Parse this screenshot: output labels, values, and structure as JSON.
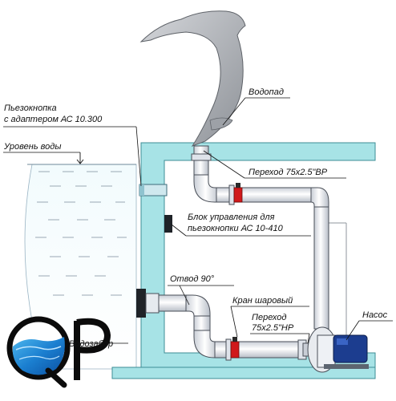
{
  "labels": {
    "waterfall": "Водопад",
    "piezo_button_line1": "Пьезокнопка",
    "piezo_button_line2": "с адаптером АС 10.300",
    "water_level": "Уровень воды",
    "adapter_top": "Переход 75х2.5\"ВР",
    "control_unit_line1": "Блок управления для",
    "control_unit_line2": "пьезокнопки АС 10-410",
    "elbow": "Отвод 90°",
    "ball_valve": "Кран шаровый",
    "adapter_bottom_line1": "Переход",
    "adapter_bottom_line2": "75х2.5\"НР",
    "pump": "Насос",
    "intake": "Водозабор"
  },
  "logo": {
    "letters": "QP"
  },
  "colors": {
    "wall": "#a7e3e6",
    "wall_stroke": "#3c8e95",
    "pipe": "#eef2f6",
    "pipe_stroke": "#4a4f58",
    "valve_red": "#d0191b",
    "pump_blue": "#1c3d8f",
    "sculpture": "#b9bcc2"
  }
}
